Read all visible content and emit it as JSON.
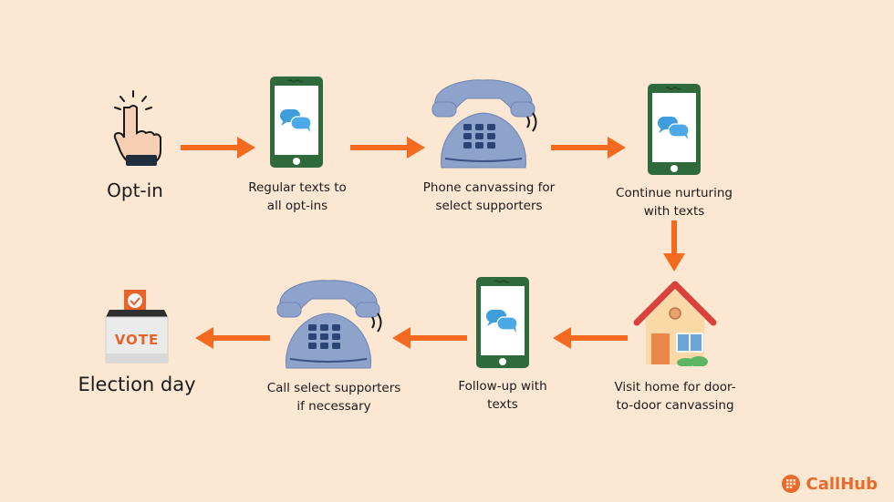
{
  "steps": [
    {
      "id": "opt-in",
      "label": "Opt-in"
    },
    {
      "id": "regular-texts",
      "label": "Regular texts to\nall opt-ins"
    },
    {
      "id": "phone-canvassing",
      "label": "Phone canvassing for\nselect supporters"
    },
    {
      "id": "continue-nurturing",
      "label": "Continue nurturing\nwith texts"
    },
    {
      "id": "visit-home",
      "label": "Visit home for door-\nto-door canvassing"
    },
    {
      "id": "follow-up",
      "label": "Follow-up with\ntexts"
    },
    {
      "id": "call-select",
      "label": "Call select supporters\nif necessary"
    },
    {
      "id": "election-day",
      "label": "Election day"
    }
  ],
  "ballot_box_text": "VOTE",
  "brand": "CallHub",
  "colors": {
    "background": "#fce7d2",
    "arrow": "#f46a1f",
    "phone": "#8da3cc",
    "phone_dark": "#5a6f9c",
    "mobile_frame": "#2f6b3a",
    "chat_blue": "#3d9ddd",
    "house_roof": "#d9423a",
    "brand": "#e86a2c"
  }
}
